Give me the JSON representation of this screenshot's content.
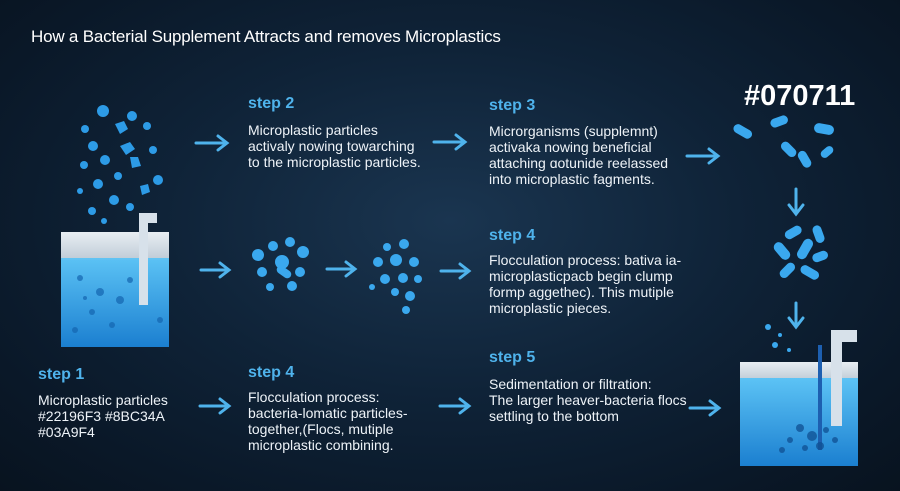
{
  "title": "How a Bacterial Supplement Attracts and removes Microplastics",
  "code": "#070711",
  "colors": {
    "accent": "#4fb3ec",
    "particle": "#2196F3",
    "background": "#0f2338"
  },
  "steps": [
    {
      "id": "step1",
      "label": "step 1",
      "text": "Microplastic particles\n #22196F3  #8BC34A\n#03A9F4"
    },
    {
      "id": "step2",
      "label": "step 2",
      "text": "Microplastic particles\nactivaly nowing towarching\nto the microplastic particles."
    },
    {
      "id": "step3",
      "label": "step 3",
      "text": "Microrganisms (supplemnt)\nactivaka nowing beneficial\nattaching ɑotunide reelassed\ninto microplastic fagments."
    },
    {
      "id": "step4a",
      "label": "step 4",
      "text": "Flocculation process: bativa ia-\nmicroplasticpacb begin clump\nformp aggethec). This mutiple\nmicroplastic pieces."
    },
    {
      "id": "step4b",
      "label": "step 4",
      "text": "Flocculation process:\nbacteria-lomatic particles-\ntogether,(Flocs,  mutiple\nmicroplastic combining."
    },
    {
      "id": "step5",
      "label": "step 5",
      "text": "Sedimentation or filtration:\nThe larger heaver-bacteria flocs\nsettling to the bottom"
    }
  ],
  "icons": [
    "microplastic-particles-icon",
    "tank-icon",
    "bacteria-icon",
    "floc-icon",
    "arrow-right-icon",
    "arrow-down-icon",
    "filtration-tank-icon"
  ]
}
